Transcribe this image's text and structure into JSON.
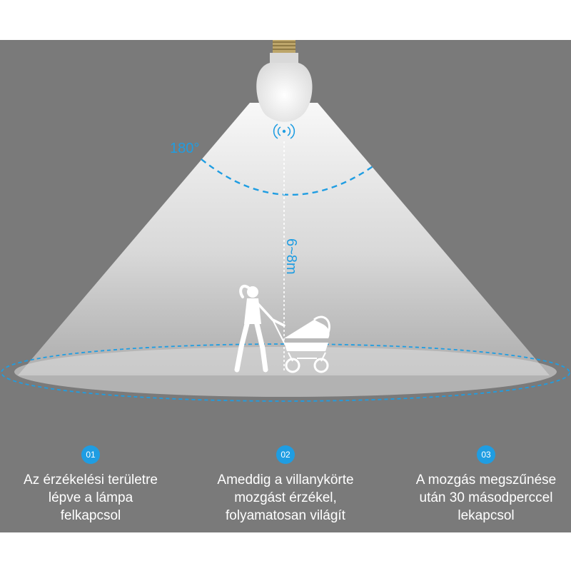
{
  "diagram": {
    "angle_label": "180°",
    "distance_label": "6~8m",
    "accent_color": "#1f9de2",
    "background_color": "#7a7a7a"
  },
  "icons": {
    "sensor": "wireless-signal-icon",
    "bulb": "light-bulb-icon",
    "person": "woman-with-stroller-icon"
  },
  "steps": [
    {
      "number": "01",
      "text": "Az érzékelési területre\nlépve a lámpa\nfelkapcsol"
    },
    {
      "number": "02",
      "text": "Ameddig a villanykörte\nmozgást érzékel,\nfolyamatosan világít"
    },
    {
      "number": "03",
      "text": "A mozgás megszűnése\nután 30 másodperccel\nlekapcsol"
    }
  ]
}
